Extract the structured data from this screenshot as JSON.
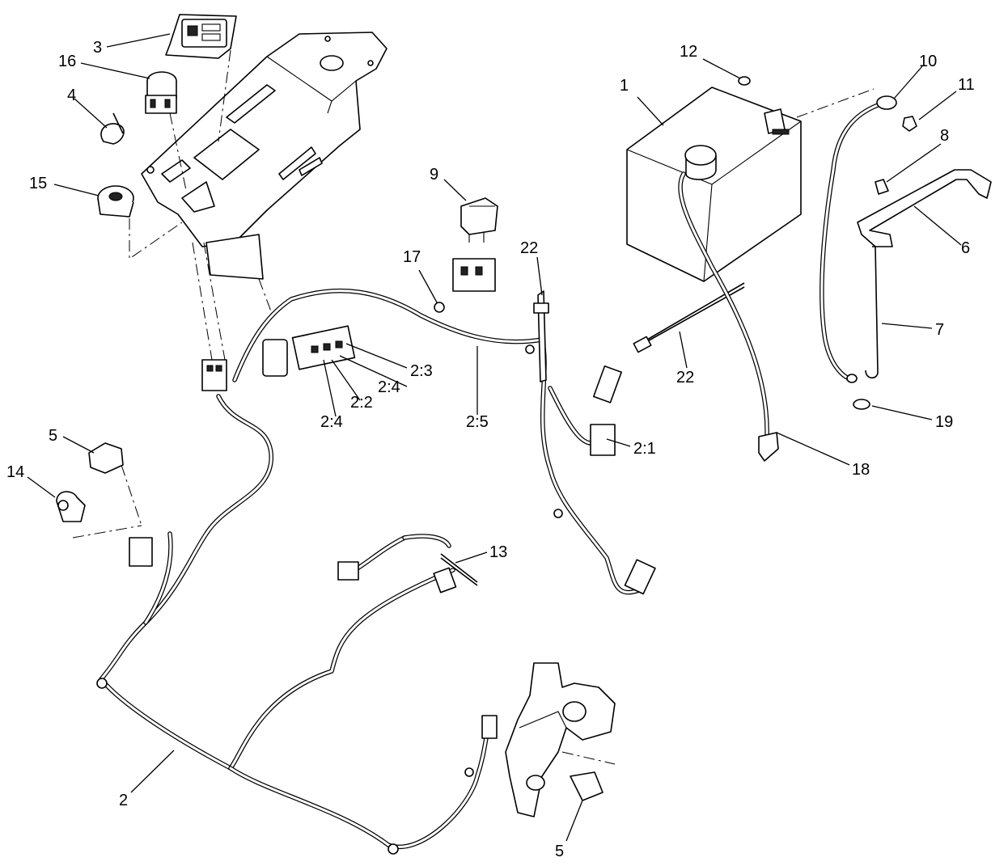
{
  "callouts": {
    "c1": "1",
    "c2": "2",
    "c2_1": "2:1",
    "c2_2": "2:2",
    "c2_3": "2:3",
    "c2_4a": "2:4",
    "c2_4b": "2:4",
    "c2_5": "2:5",
    "c3": "3",
    "c4": "4",
    "c5a": "5",
    "c5b": "5",
    "c6": "6",
    "c7": "7",
    "c8": "8",
    "c9": "9",
    "c10": "10",
    "c11": "11",
    "c12": "12",
    "c13": "13",
    "c14": "14",
    "c15": "15",
    "c16": "16",
    "c17": "17",
    "c18": "18",
    "c19": "19",
    "c22a": "22",
    "c22b": "22"
  }
}
